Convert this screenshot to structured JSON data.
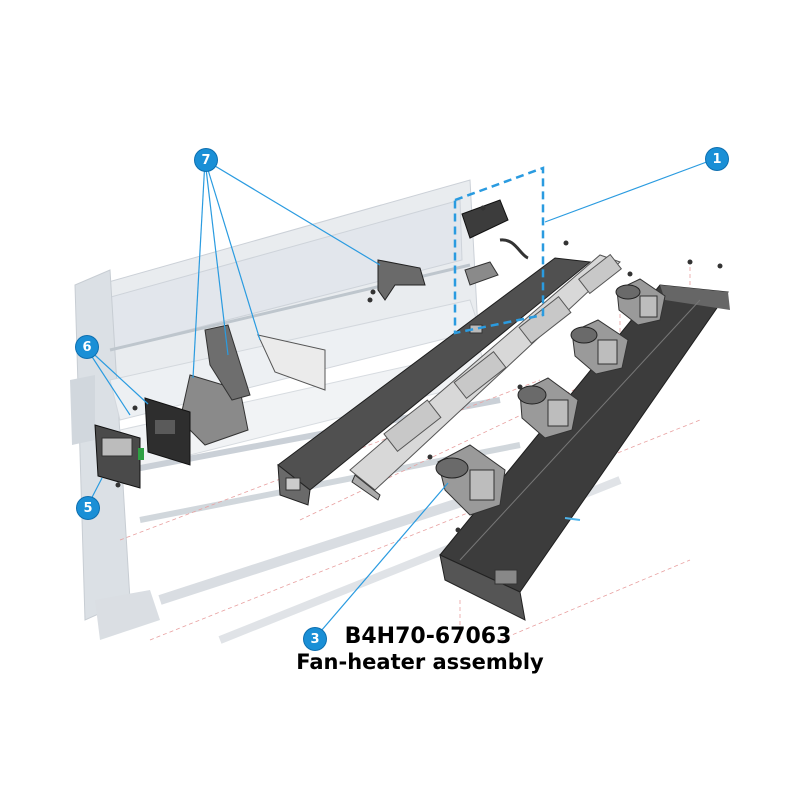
{
  "diagram": {
    "callouts": {
      "c1": "1",
      "c3": "3",
      "c5": "5",
      "c6": "6",
      "c7": "7"
    },
    "caption": {
      "part_number": "B4H70-67063",
      "description": "Fan-heater assembly"
    },
    "colors": {
      "callout": "#1a8fd6",
      "leader": "#2a9be0",
      "part_dark": "#3c3c3c",
      "printer_ghost": "#d9dde2",
      "red_guides": "#e8a0a0"
    }
  }
}
